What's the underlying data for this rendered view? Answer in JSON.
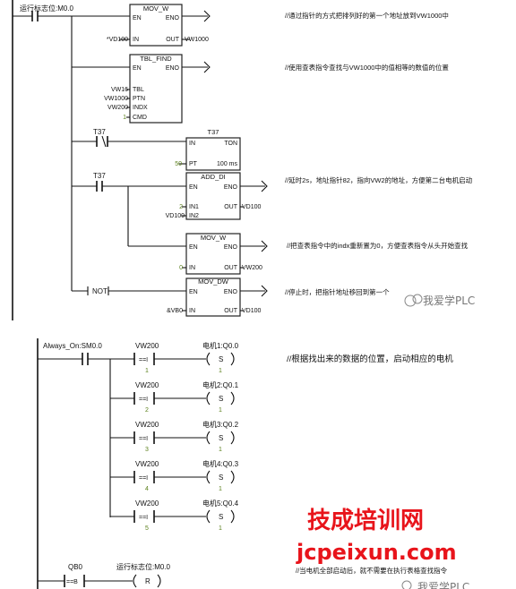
{
  "network1": {
    "contact_run": "运行标志位:M0.0",
    "mov_w": {
      "title": "MOV_W",
      "en": "EN",
      "eno": "ENO",
      "in": "IN",
      "out": "OUT",
      "in_val": "*VD100",
      "out_val": "VW1000"
    },
    "comment1": "//通过指针的方式把排列好的第一个地址放到VW1000中",
    "tbl_find": {
      "title": "TBL_FIND",
      "en": "EN",
      "eno": "ENO",
      "tbl": "TBL",
      "ptn": "PTN",
      "indx": "INDX",
      "cmd": "CMD",
      "tbl_val": "VW16",
      "ptn_val": "VW1000",
      "indx_val": "VW200",
      "cmd_val": "1"
    },
    "comment2": "//使用查表指令查找与VW1000中的值相等的数值的位置",
    "timer": {
      "contact": "T37",
      "name": "T37",
      "in": "IN",
      "ton": "TON",
      "pt": "PT",
      "pt_val": "50",
      "unit": "100 ms"
    },
    "add_di": {
      "contact": "T37",
      "title": "ADD_DI",
      "en": "EN",
      "eno": "ENO",
      "in1": "IN1",
      "in2": "IN2",
      "out": "OUT",
      "in1_val": "2",
      "in2_val": "VD100",
      "out_val": "VD100"
    },
    "comment3": "//延时2s，地址指针82，指向VW2的地址，方便第二台电机启动",
    "mov_w2": {
      "title": "MOV_W",
      "en": "EN",
      "eno": "ENO",
      "in": "IN",
      "out": "OUT",
      "in_val": "0",
      "out_val": "VW200"
    },
    "comment4": "//把查表指令中的indx重新置为0，方便查表指令从头开始查找",
    "not_label": "NOT",
    "mov_dw": {
      "title": "MOV_DW",
      "en": "EN",
      "eno": "ENO",
      "in": "IN",
      "out": "OUT",
      "in_val": "&VB0",
      "out_val": "VD100"
    },
    "comment5": "//停止时，把指针地址移回到第一个"
  },
  "network2": {
    "contact": "Always_On:SM0.0",
    "comment": "//根据找出来的数据的位置，启动相应的电机",
    "rows": [
      {
        "var": "VW200",
        "cmp": "==I",
        "val": "1",
        "coil": "电机1:Q0.0",
        "op": "S",
        "n": "1"
      },
      {
        "var": "VW200",
        "cmp": "==I",
        "val": "2",
        "coil": "电机2:Q0.1",
        "op": "S",
        "n": "1"
      },
      {
        "var": "VW200",
        "cmp": "==I",
        "val": "3",
        "coil": "电机3:Q0.2",
        "op": "S",
        "n": "1"
      },
      {
        "var": "VW200",
        "cmp": "==I",
        "val": "4",
        "coil": "电机4:Q0.3",
        "op": "S",
        "n": "1"
      },
      {
        "var": "VW200",
        "cmp": "==I",
        "val": "5",
        "coil": "电机5:Q0.4",
        "op": "S",
        "n": "1"
      }
    ]
  },
  "network3": {
    "contact": "QB0",
    "cmp": "==B",
    "coil": "运行标志位:M0.0",
    "op": "R",
    "comment": "//当电机全部启动后，就不需要在执行表格查找指令"
  },
  "watermark": {
    "wechat1": "我爱学PLC",
    "line1": "技成培训网",
    "line2": "jcpeixun.com",
    "wechat2": "我爱学PLC"
  },
  "colors": {
    "value_blue": "#1a1aff",
    "value_green": "#5a7f1a",
    "watermark_red": "#e8141b"
  }
}
